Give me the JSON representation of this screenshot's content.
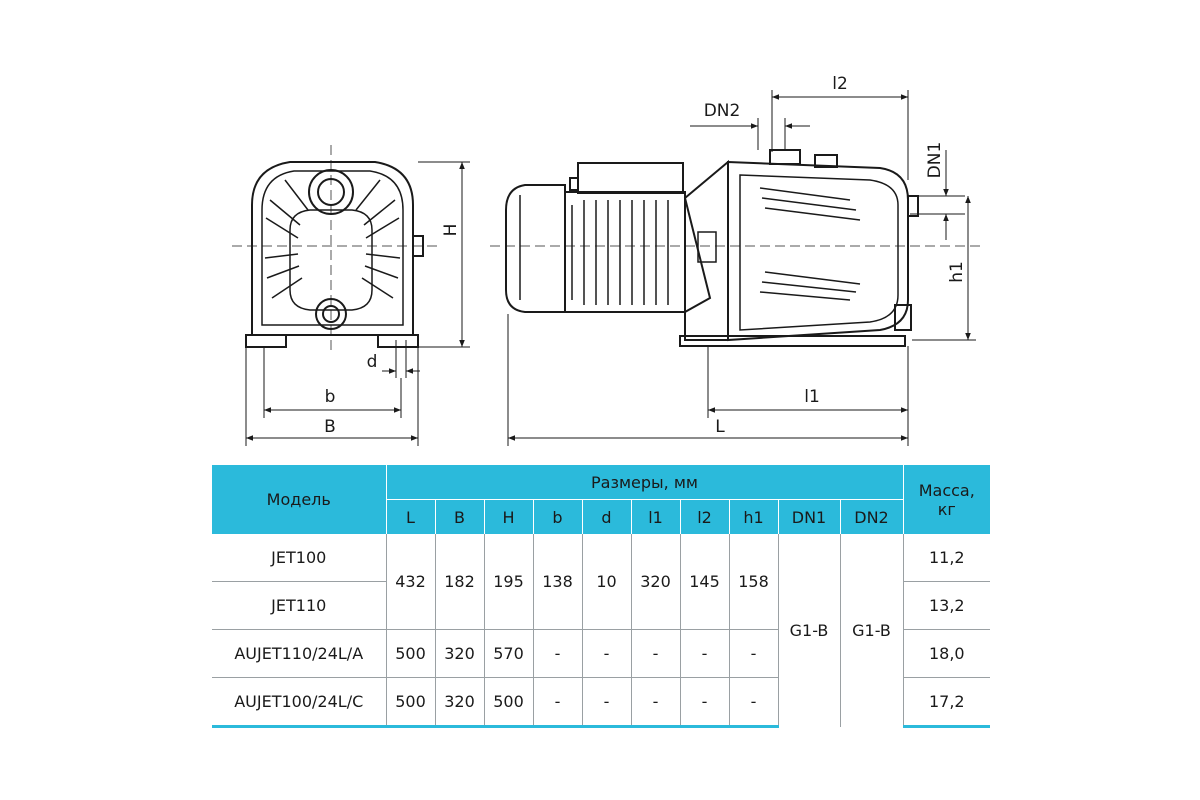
{
  "drawing": {
    "labels": {
      "H": "H",
      "d": "d",
      "b": "b",
      "B": "B",
      "DN2": "DN2",
      "l2": "l2",
      "DN1": "DN1",
      "h1": "h1",
      "l1": "l1",
      "L": "L"
    }
  },
  "table": {
    "model_header": "Модель",
    "dims_header": "Размеры, мм",
    "mass_header_1": "Масса,",
    "mass_header_2": "кг",
    "columns": [
      "L",
      "B",
      "H",
      "b",
      "d",
      "l1",
      "l2",
      "h1",
      "DN1",
      "DN2"
    ],
    "jet_shared": [
      "432",
      "182",
      "195",
      "138",
      "10",
      "320",
      "145",
      "158"
    ],
    "dn1": "G1-B",
    "dn2": "G1-B",
    "rows": [
      {
        "model": "JET100",
        "mass": "11,2"
      },
      {
        "model": "JET110",
        "mass": "13,2"
      },
      {
        "model": "AUJET110/24L/A",
        "dims": [
          "500",
          "320",
          "570",
          "-",
          "-",
          "-",
          "-",
          "-"
        ],
        "mass": "18,0"
      },
      {
        "model": "AUJET100/24L/C",
        "dims": [
          "500",
          "320",
          "500",
          "-",
          "-",
          "-",
          "-",
          "-"
        ],
        "mass": "17,2"
      }
    ]
  }
}
